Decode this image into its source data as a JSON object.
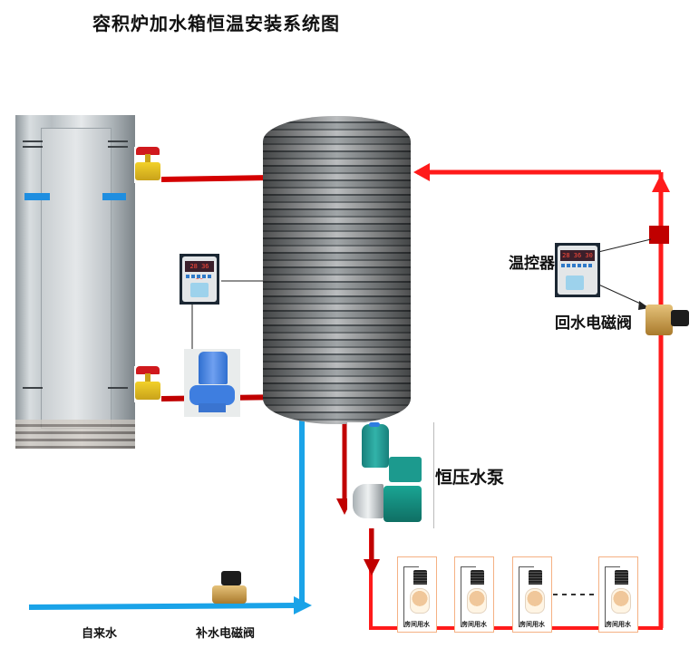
{
  "title": "容积炉加水箱恒温安装系统图",
  "labels": {
    "thermostat": "温控器",
    "return_valve": "回水电磁阀",
    "booster_pump": "恒压水泵",
    "tap_water": "自来水",
    "makeup_valve": "补水电磁阀"
  },
  "controller_display": "28 36 30",
  "rooms": {
    "caption": "房间用水",
    "count_shown": 4,
    "ellipsis": "······"
  },
  "colors": {
    "hot_pipe": "#e00000",
    "hot_pipe_dark": "#c00000",
    "cold_pipe": "#1aa3e8",
    "room_border": "#f5b183"
  },
  "components": [
    {
      "id": "boiler",
      "name": "容积炉"
    },
    {
      "id": "tank",
      "name": "水箱"
    },
    {
      "id": "circulation-pump",
      "name": "循环泵"
    },
    {
      "id": "booster-pump",
      "name": "恒压水泵"
    },
    {
      "id": "makeup-valve",
      "name": "补水电磁阀"
    },
    {
      "id": "return-valve",
      "name": "回水电磁阀"
    },
    {
      "id": "thermostat-tank",
      "name": "温控器"
    },
    {
      "id": "thermostat-return",
      "name": "温控器"
    }
  ]
}
